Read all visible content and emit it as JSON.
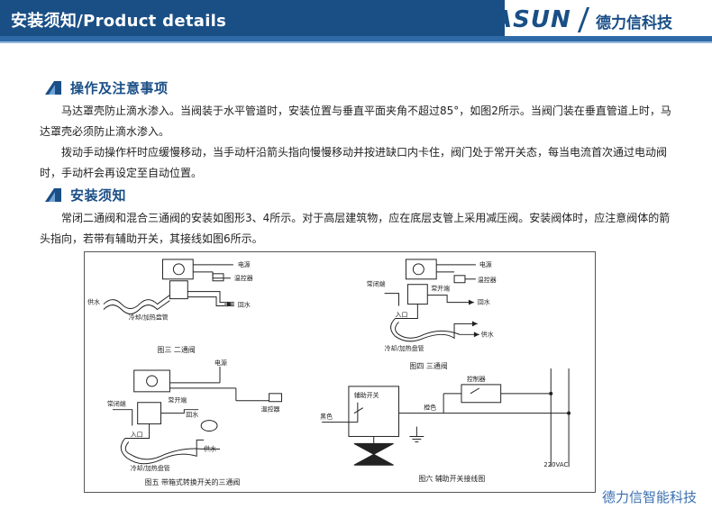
{
  "header": {
    "title": "安装须知/Product details",
    "logo": "ASUN",
    "company": "德力信科技"
  },
  "sections": [
    {
      "title": "操作及注意事项",
      "paragraphs": [
        "马达罩壳防止滴水渗入。当阀装于水平管道时，安装位置与垂直平面夹角不超过85°，如图2所示。当阀门装在垂直管道上时，马达罩壳必须防止滴水渗入。",
        "拨动手动操作杆时应缓慢移动，当手动杆沿箭头指向慢慢移动并按进缺口内卡住，阀门处于常开关态，每当电流首次通过电动阀时，手动杆会再设定至自动位置。"
      ]
    },
    {
      "title": "安装须知",
      "paragraphs": [
        "常闭二通阀和混合三通阀的安装如图形3、4所示。对于高层建筑物，应在底层支管上采用减压阀。安装阀体时，应注意阀体的箭头指向，若带有辅助开关，其接线如图6所示。"
      ]
    }
  ],
  "figures": {
    "fig3": {
      "caption": "图三 二通阀",
      "labels": {
        "power": "电源",
        "thermostat": "温控器",
        "supply": "供水",
        "return": "回水",
        "coil": "冷却/加热盘管"
      }
    },
    "fig4": {
      "caption": "图四 三通阀",
      "labels": {
        "power": "电源",
        "thermostat": "温控器",
        "nc": "常闭端",
        "no": "常开端",
        "return": "回水",
        "inlet": "入口",
        "supply": "供水",
        "coil": "冷却/加热盘管"
      }
    },
    "fig5": {
      "caption": "图五 带箱式转换开关的三通阀",
      "labels": {
        "power": "电源",
        "nc": "常闭端",
        "no": "常开端",
        "return": "回水",
        "thermostat": "温控器",
        "inlet": "入口",
        "supply": "供水",
        "coil": "冷却/加热盘管"
      }
    },
    "fig6": {
      "caption": "图六 辅助开关接线图",
      "labels": {
        "aux": "辅助开关",
        "controller": "控制器",
        "black": "黑色",
        "orange": "橙色",
        "voltage": "220VAC"
      }
    }
  },
  "footer": {
    "brand": "德力信智能科技"
  },
  "colors": {
    "brand_blue": "#1a4f86",
    "accent_blue": "#2f6aa8"
  }
}
